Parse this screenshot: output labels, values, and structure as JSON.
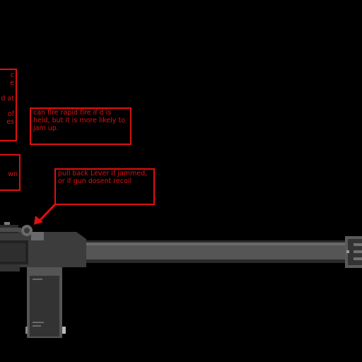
{
  "notes": {
    "left_top": "c\ne\n\nd at\n\nof\nes",
    "left_bottom": "wn",
    "rapid_fire": "can fire rapid fire if d is held, but it is more likely to jam up.",
    "lever": "pull back Lever if jammed, or if gun dosent recoil"
  },
  "colors": {
    "annotation": "#e01010",
    "background": "#000000",
    "gun_body": "#3c3c3c",
    "barrel": "#555555"
  }
}
